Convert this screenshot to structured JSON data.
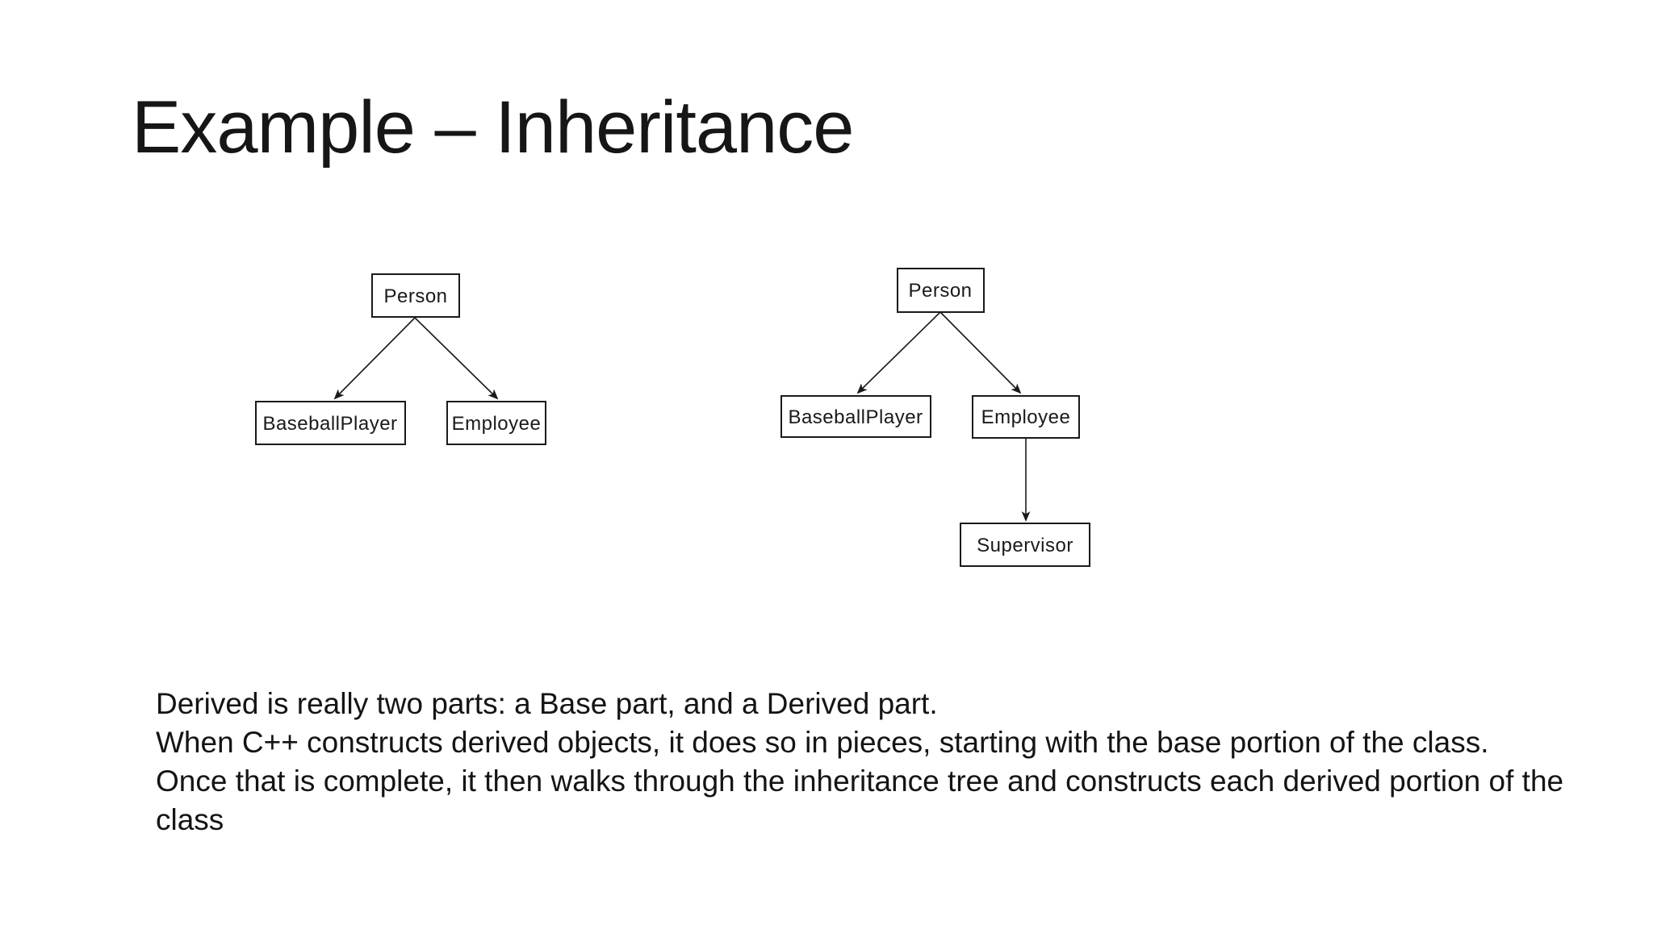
{
  "slide": {
    "title": "Example – Inheritance",
    "background_color": "#ffffff",
    "text_color": "#141414",
    "diagram_stroke_color": "#1a1a1a"
  },
  "diagram_left": {
    "description": "class hierarchy tree, two levels",
    "nodes": {
      "person": "Person",
      "baseball_player": "BaseballPlayer",
      "employee": "Employee"
    },
    "edges": [
      {
        "from": "Person",
        "to": "BaseballPlayer"
      },
      {
        "from": "Person",
        "to": "Employee"
      }
    ]
  },
  "diagram_right": {
    "description": "class hierarchy tree, three levels",
    "nodes": {
      "person": "Person",
      "baseball_player": "BaseballPlayer",
      "employee": "Employee",
      "supervisor": "Supervisor"
    },
    "edges": [
      {
        "from": "Person",
        "to": "BaseballPlayer"
      },
      {
        "from": "Person",
        "to": "Employee"
      },
      {
        "from": "Employee",
        "to": "Supervisor"
      }
    ]
  },
  "body": {
    "lines": [
      "Derived is really two parts: a Base part, and a Derived part.",
      "When C++ constructs derived objects, it does so in pieces, starting with the base portion of the class.",
      "Once that is complete, it then walks through the inheritance tree and constructs each derived portion of the",
      "class"
    ]
  }
}
